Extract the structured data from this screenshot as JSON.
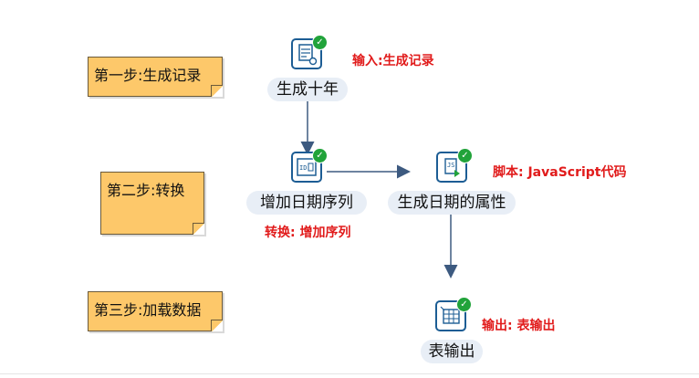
{
  "notes": {
    "step1": "第一步:生成记录",
    "step2": "第二步:转换",
    "step3": "第三步:加载数据"
  },
  "steps": {
    "generate": {
      "label": "生成十年",
      "icon": "generate-rows-icon",
      "annotation": "输入:生成记录"
    },
    "sequence": {
      "label": "增加日期序列",
      "icon": "add-sequence-icon",
      "annotation": "转换: 增加序列"
    },
    "attributes": {
      "label": "生成日期的属性",
      "icon": "javascript-icon",
      "annotation": "脚本: JavaScript代码"
    },
    "output": {
      "label": "表输出",
      "icon": "table-output-icon",
      "annotation": "输出: 表输出"
    }
  },
  "colors": {
    "note_fill": "#fdc86a",
    "icon_border": "#1c5d94",
    "check_green": "#21a33a",
    "annotation_red": "#e11b1b",
    "hop_line": "#3d5a80"
  }
}
